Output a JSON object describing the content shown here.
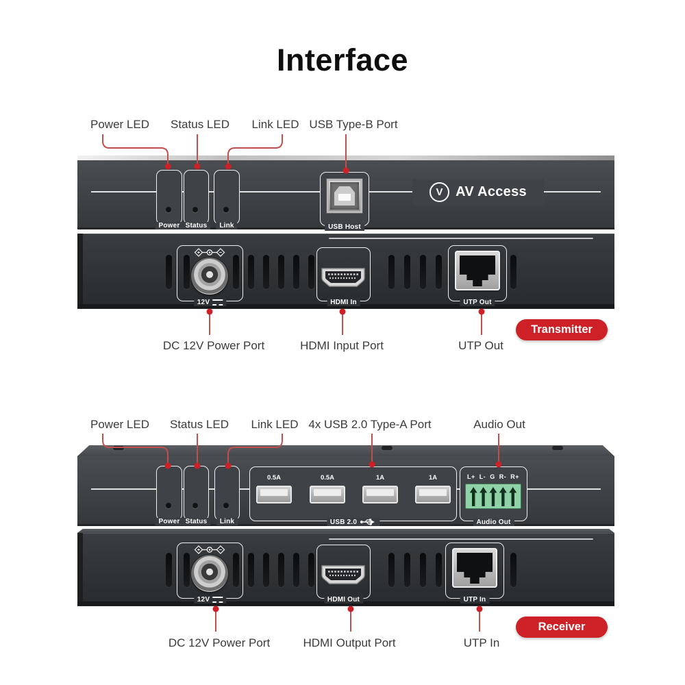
{
  "title": "Interface",
  "brand": {
    "name": "AV Access"
  },
  "colors": {
    "badge_red": "#ce2127",
    "leader_red": "#c0504e",
    "terminal_green": "#8fd2a7"
  },
  "transmitter": {
    "badge": "Transmitter",
    "callouts_top": [
      "Power LED",
      "Status LED",
      "Link LED",
      "USB Type-B Port"
    ],
    "callouts_bottom": [
      "DC 12V Power Port",
      "HDMI Input Port",
      "UTP Out"
    ],
    "front": {
      "leds": [
        "Power",
        "Status",
        "Link"
      ],
      "usb_host": "USB Host"
    },
    "rear": {
      "power": "12V",
      "hdmi": "HDMI In",
      "utp": "UTP Out"
    }
  },
  "receiver": {
    "badge": "Receiver",
    "callouts_top": [
      "Power LED",
      "Status LED",
      "Link LED",
      "4x USB 2.0 Type-A Port",
      "Audio Out"
    ],
    "callouts_bottom": [
      "DC 12V Power Port",
      "HDMI Output Port",
      "UTP In"
    ],
    "front": {
      "leds": [
        "Power",
        "Status",
        "Link"
      ],
      "usb_ports": [
        "0.5A",
        "0.5A",
        "1A",
        "1A"
      ],
      "usb_group": "USB 2.0",
      "audio_pins": "L+ L- G R- R+",
      "audio_group": "Audio Out"
    },
    "rear": {
      "power": "12V",
      "hdmi": "HDMI Out",
      "utp": "UTP In"
    }
  }
}
